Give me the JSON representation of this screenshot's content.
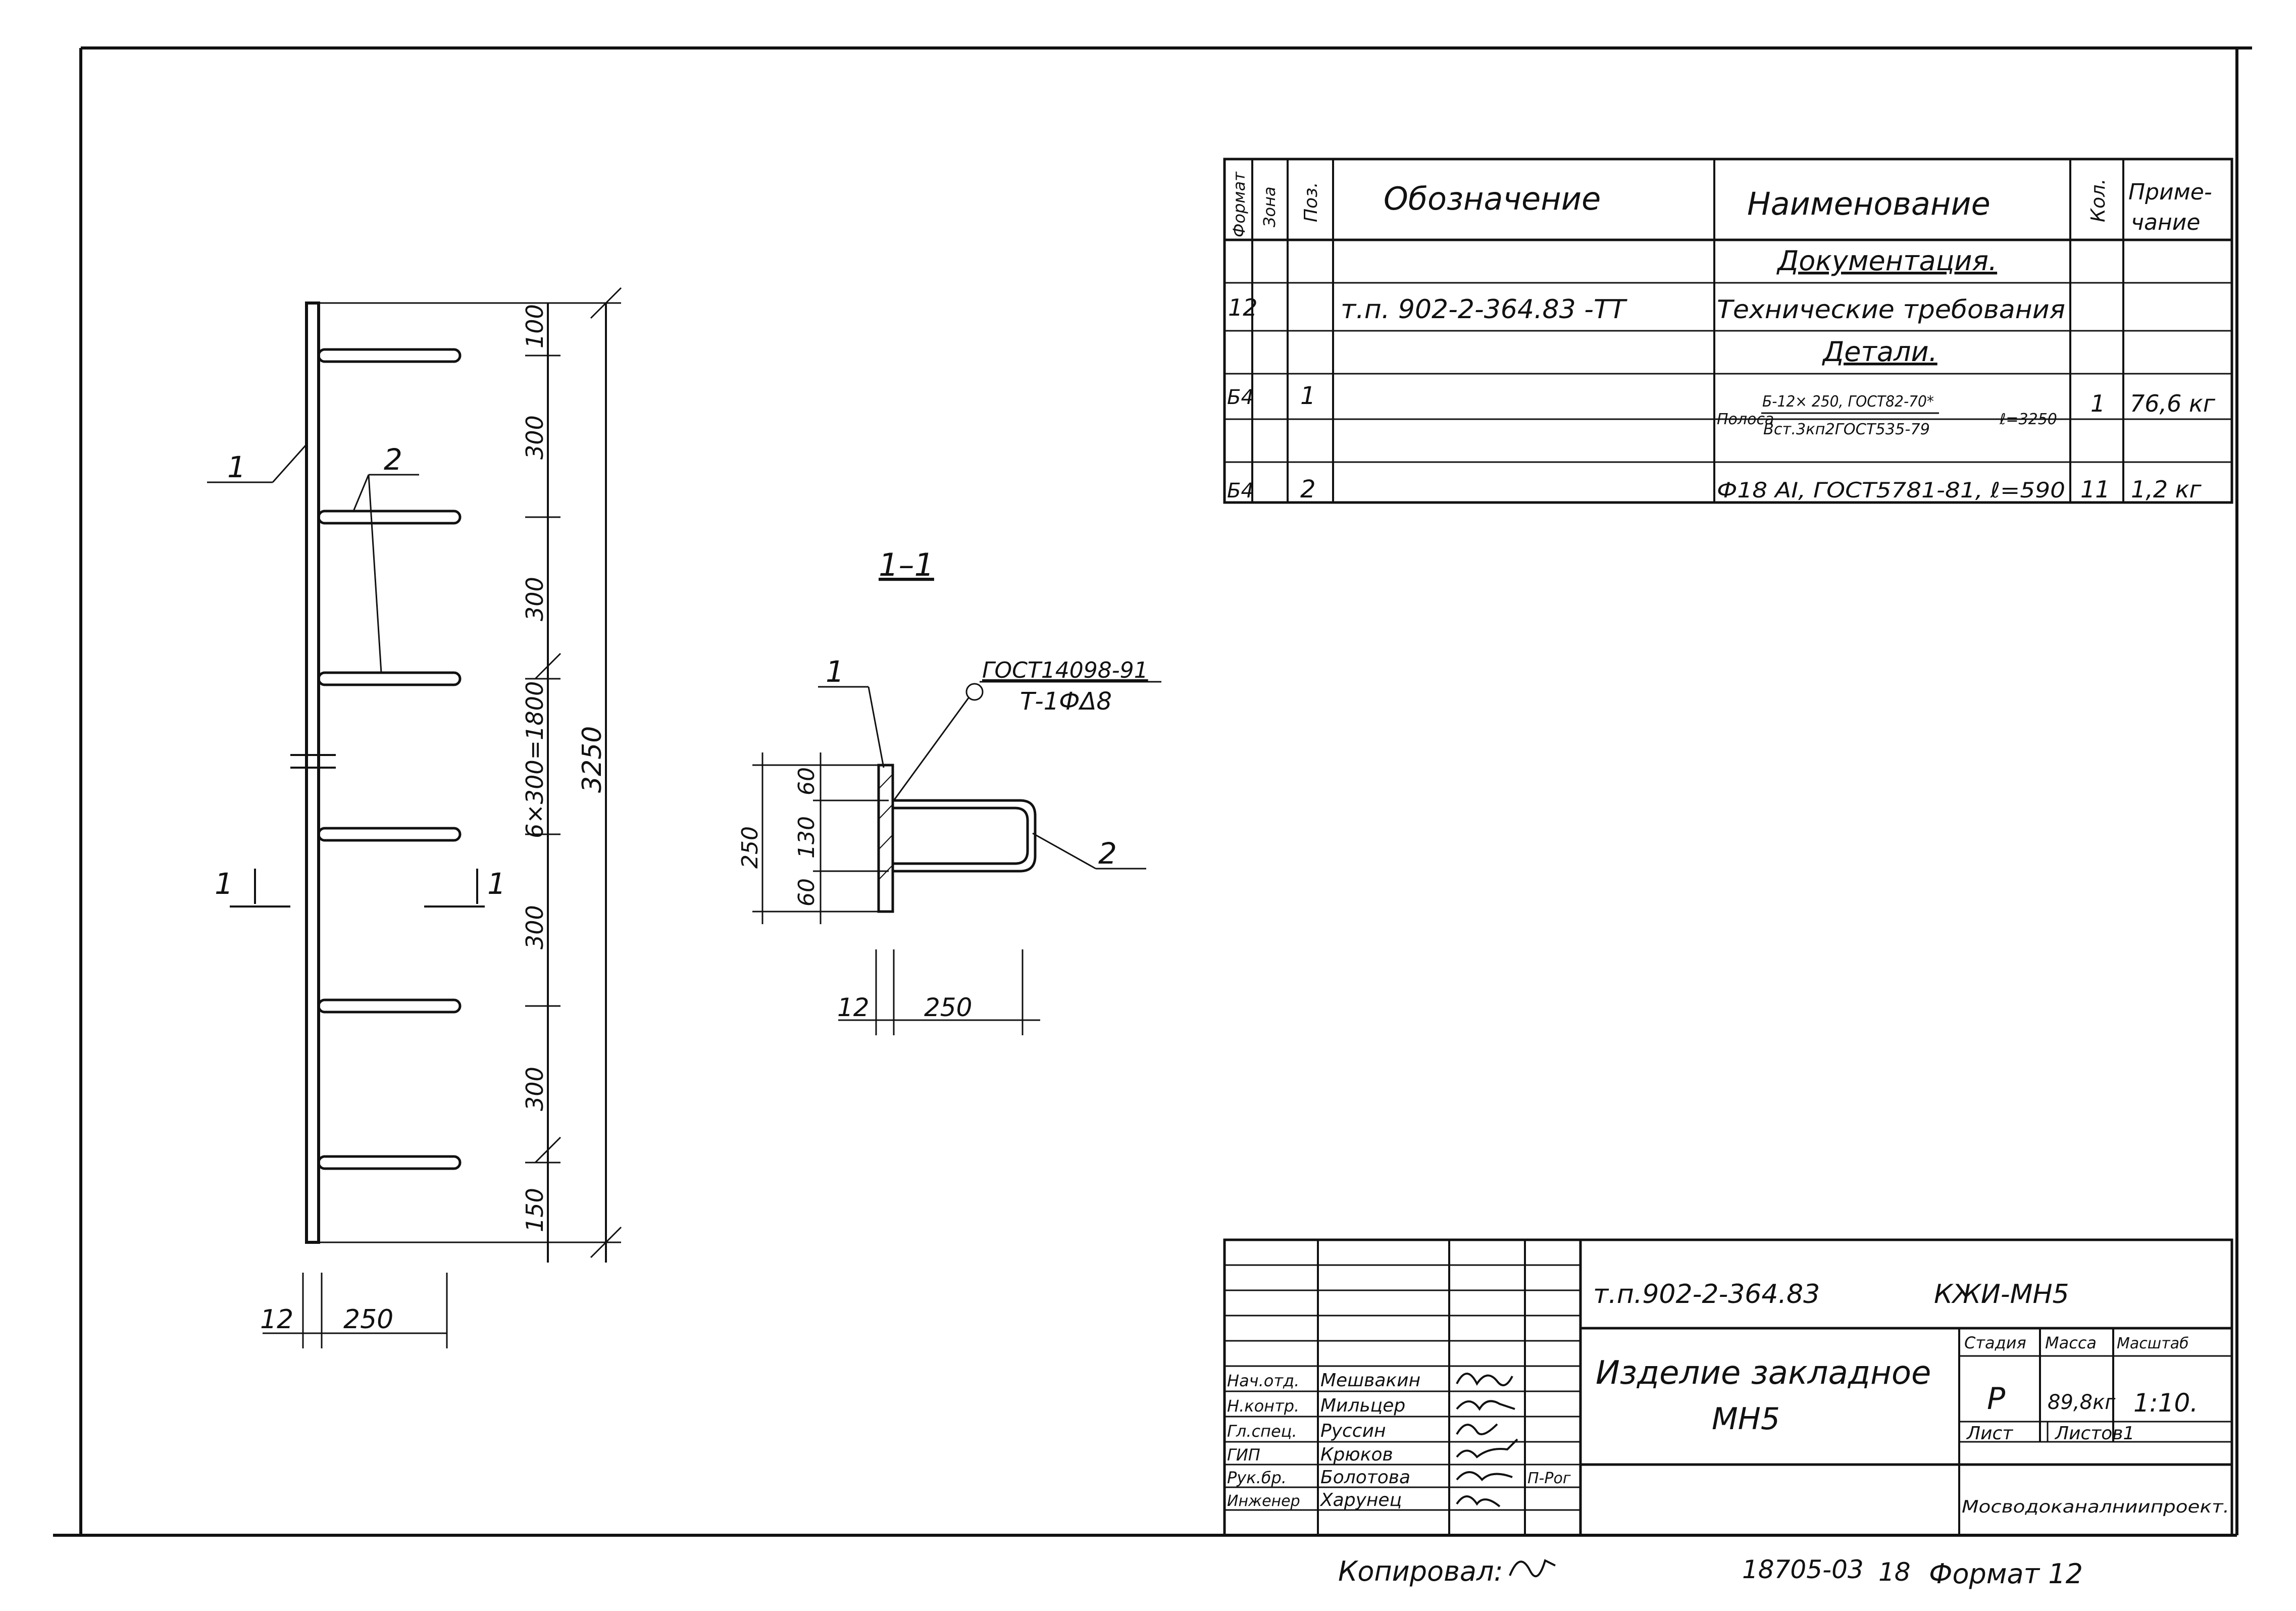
{
  "spec_table": {
    "headers": {
      "format": "Формат",
      "zone": "Зона",
      "pos": "Поз.",
      "designation": "Обозначение",
      "name": "Наименование",
      "qty": "Кол.",
      "note_line1": "Приме-",
      "note_line2": "чание"
    },
    "rows": [
      {
        "format": "",
        "pos": "",
        "designation": "",
        "name": "Документация.",
        "qty": "",
        "note": ""
      },
      {
        "format": "12",
        "pos": "",
        "designation": "т.п. 902-2-364.83 -ТТ",
        "name": "Технические требования",
        "qty": "",
        "note": ""
      },
      {
        "format": "",
        "pos": "",
        "designation": "",
        "name": "Детали.",
        "qty": "",
        "note": ""
      },
      {
        "format": "Б4",
        "pos": "1",
        "designation": "",
        "name_prefix": "Полоса",
        "name_top": "Б-12× 250, ГОСТ82-70*",
        "name_bottom": "Вст.3кп2ГОСТ535-79",
        "name_suffix": "ℓ=3250",
        "qty": "1",
        "note": "76,6 кг"
      },
      {
        "format": "Б4",
        "pos": "2",
        "designation": "",
        "name": "Ф18 АI, ГОСТ5781-81, ℓ=590",
        "qty": "11",
        "note": "1,2 кг"
      }
    ]
  },
  "main_view": {
    "callout_1": "1",
    "callout_2": "2",
    "section_mark_left": "1",
    "section_mark_right": "1",
    "dims_spacing": [
      "100",
      "300",
      "300",
      "6×300=1800",
      "300",
      "300",
      "150"
    ],
    "dim_total": "3250",
    "dim_thickness": "12",
    "dim_width": "250"
  },
  "section_view": {
    "title": "1–1",
    "callout_1": "1",
    "callout_2": "2",
    "weld_std": "ГОСТ14098-91",
    "weld_code": "Т-1ФΔ8",
    "dim_height": "250",
    "dims_vertical": [
      "60",
      "130",
      "60"
    ],
    "dim_thickness": "12",
    "dim_length": "250"
  },
  "title_block": {
    "doc_code": "т.п.902-2-364.83",
    "sheet_code": "КЖИ-МН5",
    "title_line1": "Изделие закладное",
    "title_line2": "МН5",
    "col_stage": "Стадия",
    "col_mass": "Масса",
    "col_scale": "Масштаб",
    "stage": "Р",
    "mass": "89,8кг",
    "scale": "1:10.",
    "sheet_label": "Лист",
    "sheets_label": "Листов1",
    "org": "Мосводоканалниипроект.",
    "staff": [
      {
        "role": "Нач.отд.",
        "name": "Мешвакин"
      },
      {
        "role": "Н.контр.",
        "name": "Мильцер"
      },
      {
        "role": "Гл.спец.",
        "name": "Руссин"
      },
      {
        "role": "ГИП",
        "name": "Крюков"
      },
      {
        "role": "Рук.бр.",
        "name": "Болотова"
      },
      {
        "role": "Инженер",
        "name": "Харунец"
      }
    ],
    "signature_extra": "П-Рог"
  },
  "footer": {
    "copied": "Копировал:",
    "number": "18705-03",
    "sheet_no": "18",
    "format": "Формат 12"
  }
}
